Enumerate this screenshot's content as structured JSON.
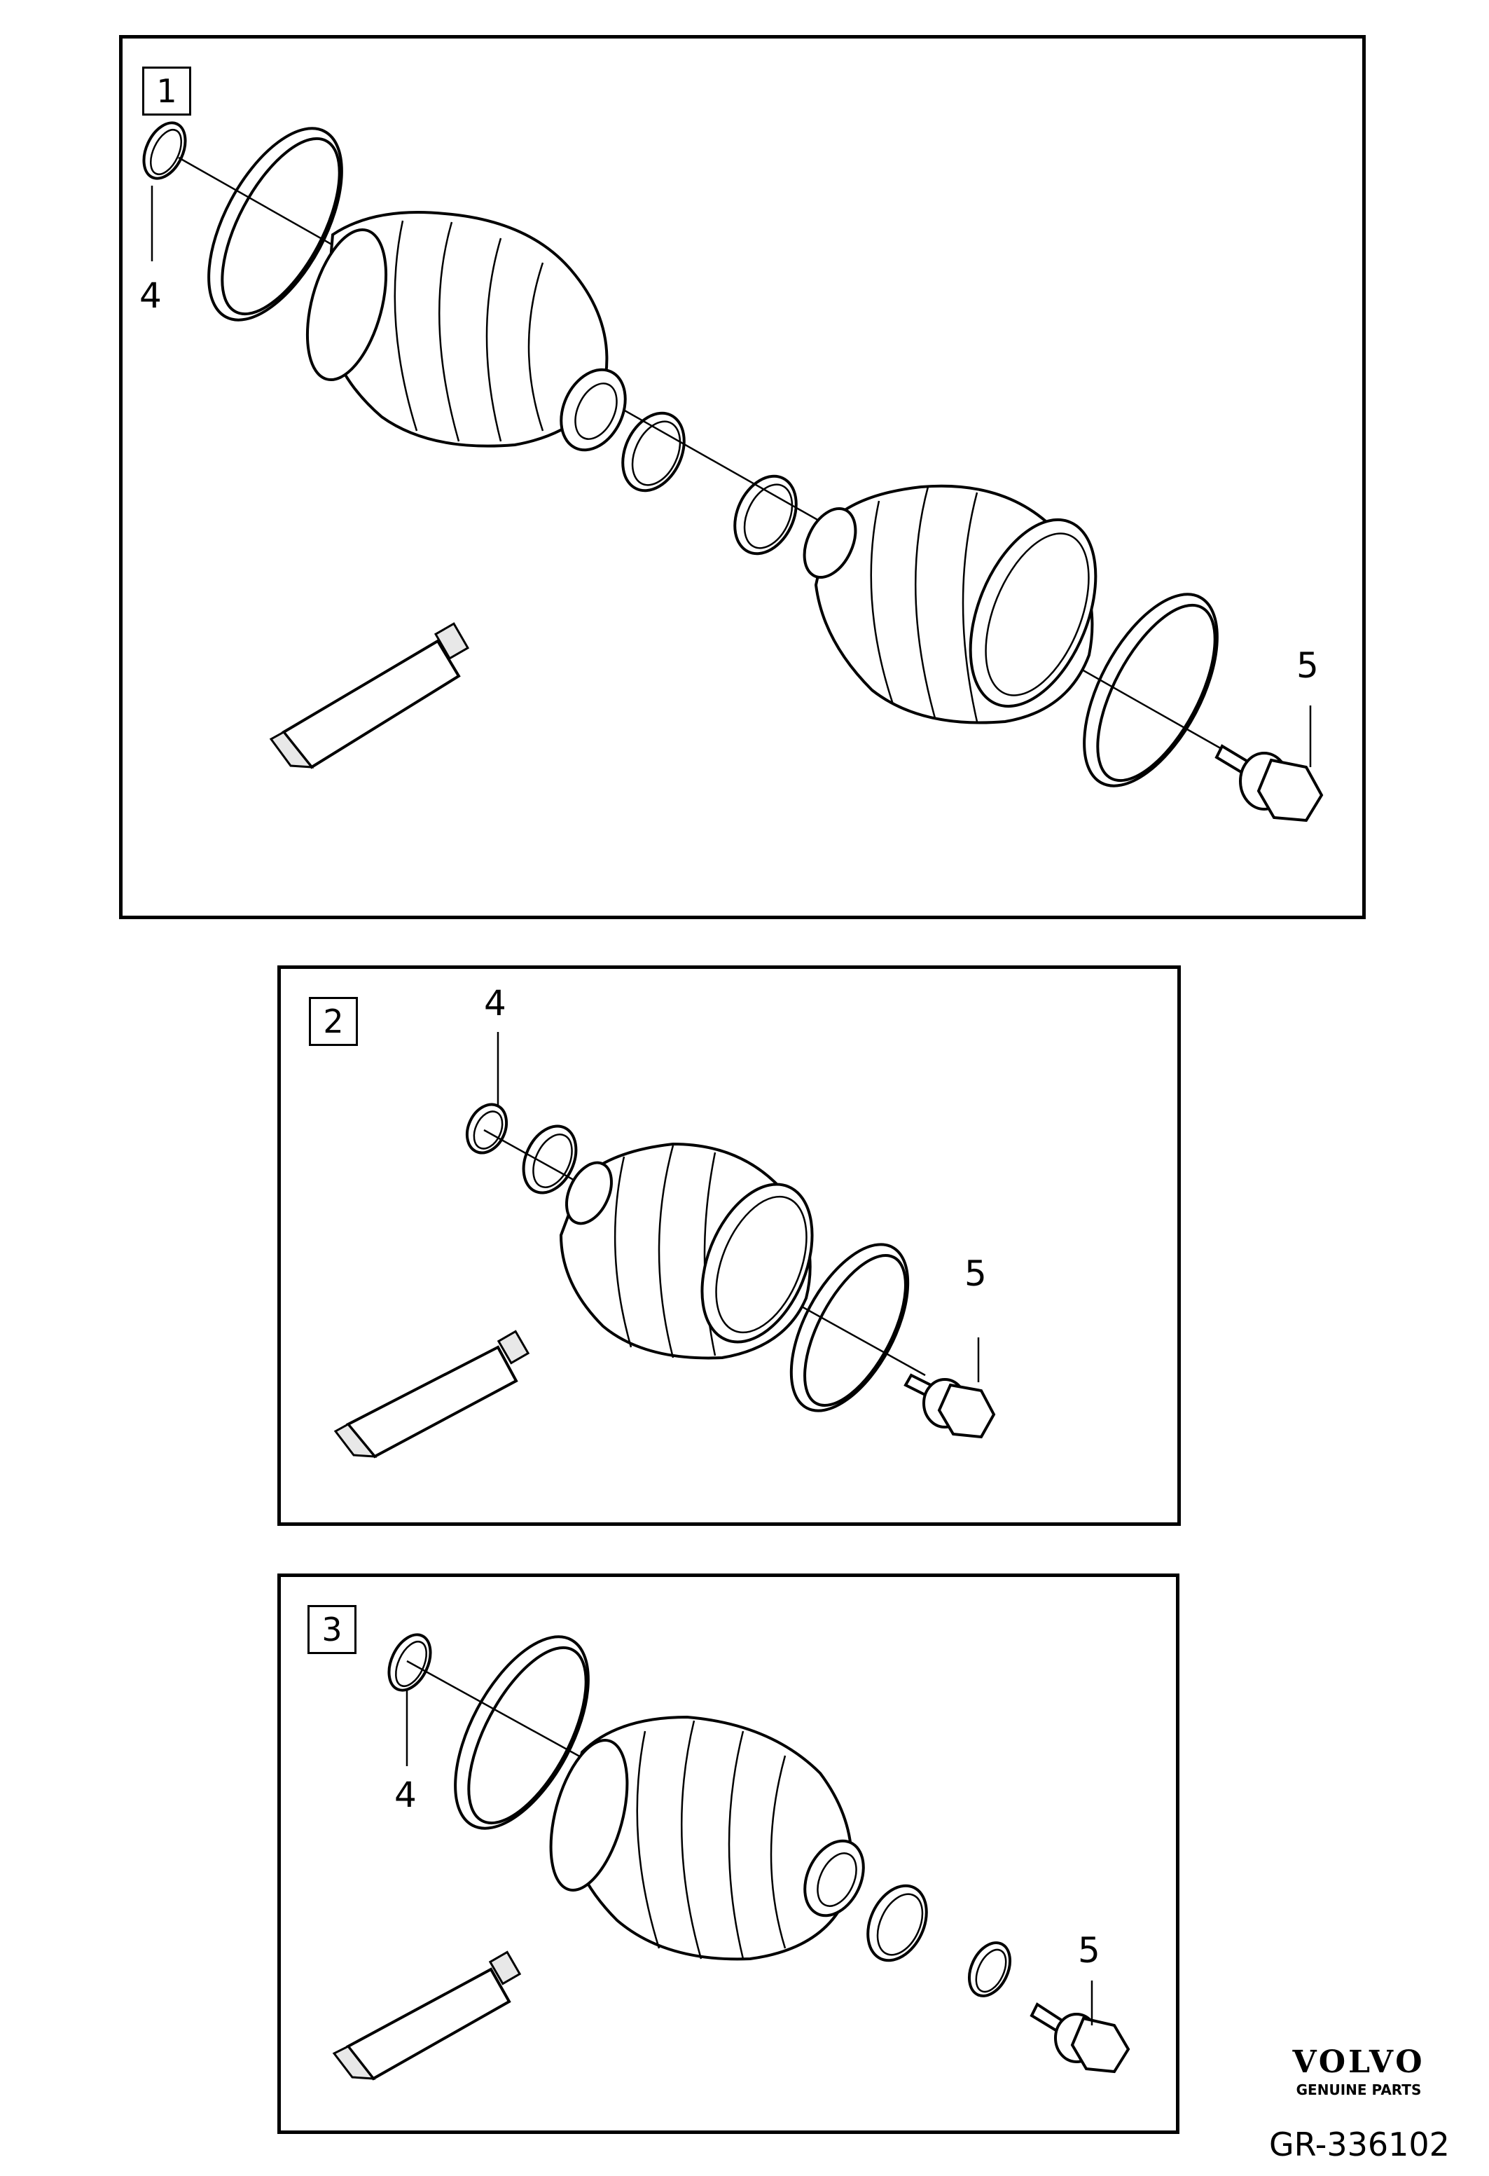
{
  "panels": [
    {
      "number": "1",
      "callouts": [
        "4",
        "5"
      ]
    },
    {
      "number": "2",
      "callouts": [
        "4",
        "5"
      ]
    },
    {
      "number": "3",
      "callouts": [
        "4",
        "5"
      ]
    }
  ],
  "brand": {
    "name": "VOLVO",
    "tagline": "GENUINE PARTS"
  },
  "diagram_code": "GR-336102",
  "icons": [
    "snap-ring-icon",
    "clamp-band-icon",
    "cv-boot-icon",
    "grease-tube-icon",
    "flange-bolt-icon"
  ]
}
